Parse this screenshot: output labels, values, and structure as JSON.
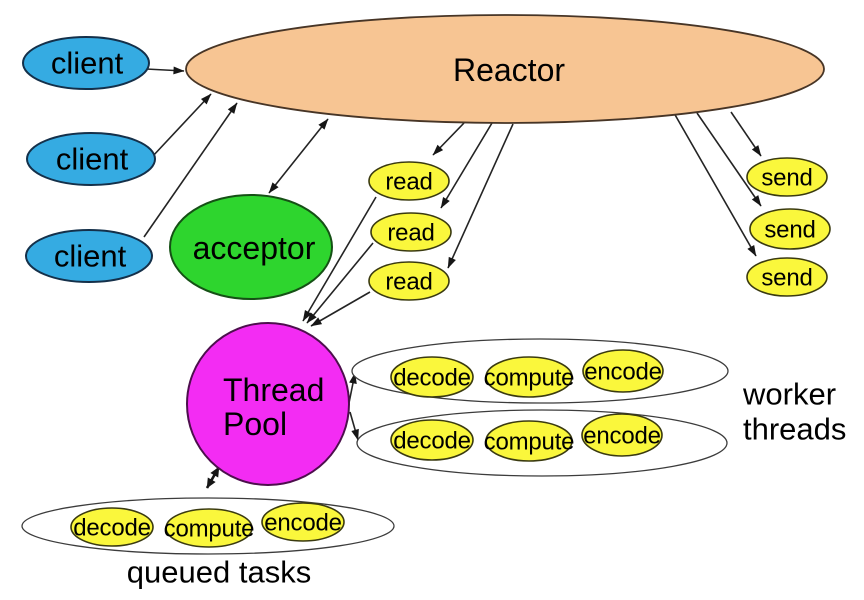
{
  "diagram": {
    "type": "architecture-diagram",
    "subject": "Reactor pattern with worker thread pool",
    "nodes": {
      "reactor": {
        "label": "Reactor"
      },
      "clients": [
        {
          "label": "client"
        },
        {
          "label": "client"
        },
        {
          "label": "client"
        }
      ],
      "acceptor": {
        "label": "acceptor"
      },
      "reads": [
        {
          "label": "read"
        },
        {
          "label": "read"
        },
        {
          "label": "read"
        }
      ],
      "sends": [
        {
          "label": "send"
        },
        {
          "label": "send"
        },
        {
          "label": "send"
        }
      ],
      "thread_pool": {
        "label_line1": "Thread",
        "label_line2": "Pool"
      },
      "worker_rows": [
        {
          "tasks": [
            {
              "label": "decode"
            },
            {
              "label": "compute"
            },
            {
              "label": "encode"
            }
          ]
        },
        {
          "tasks": [
            {
              "label": "decode"
            },
            {
              "label": "compute"
            },
            {
              "label": "encode"
            }
          ]
        }
      ],
      "queued_row": {
        "tasks": [
          {
            "label": "decode"
          },
          {
            "label": "compute"
          },
          {
            "label": "encode"
          }
        ]
      }
    },
    "annotations": {
      "worker_threads_line1": "worker",
      "worker_threads_line2": "threads",
      "queued_tasks": "queued tasks"
    },
    "colors": {
      "background": "#ffffff",
      "client_fill": "#35abe2",
      "reactor_fill": "#f7c593",
      "acceptor_fill": "#2ed52e",
      "task_fill": "#faf73c",
      "thread_pool_fill": "#f32cf3",
      "container_fill": "#ffffff",
      "stroke": "#1d1d1d",
      "text": "#000000"
    }
  }
}
